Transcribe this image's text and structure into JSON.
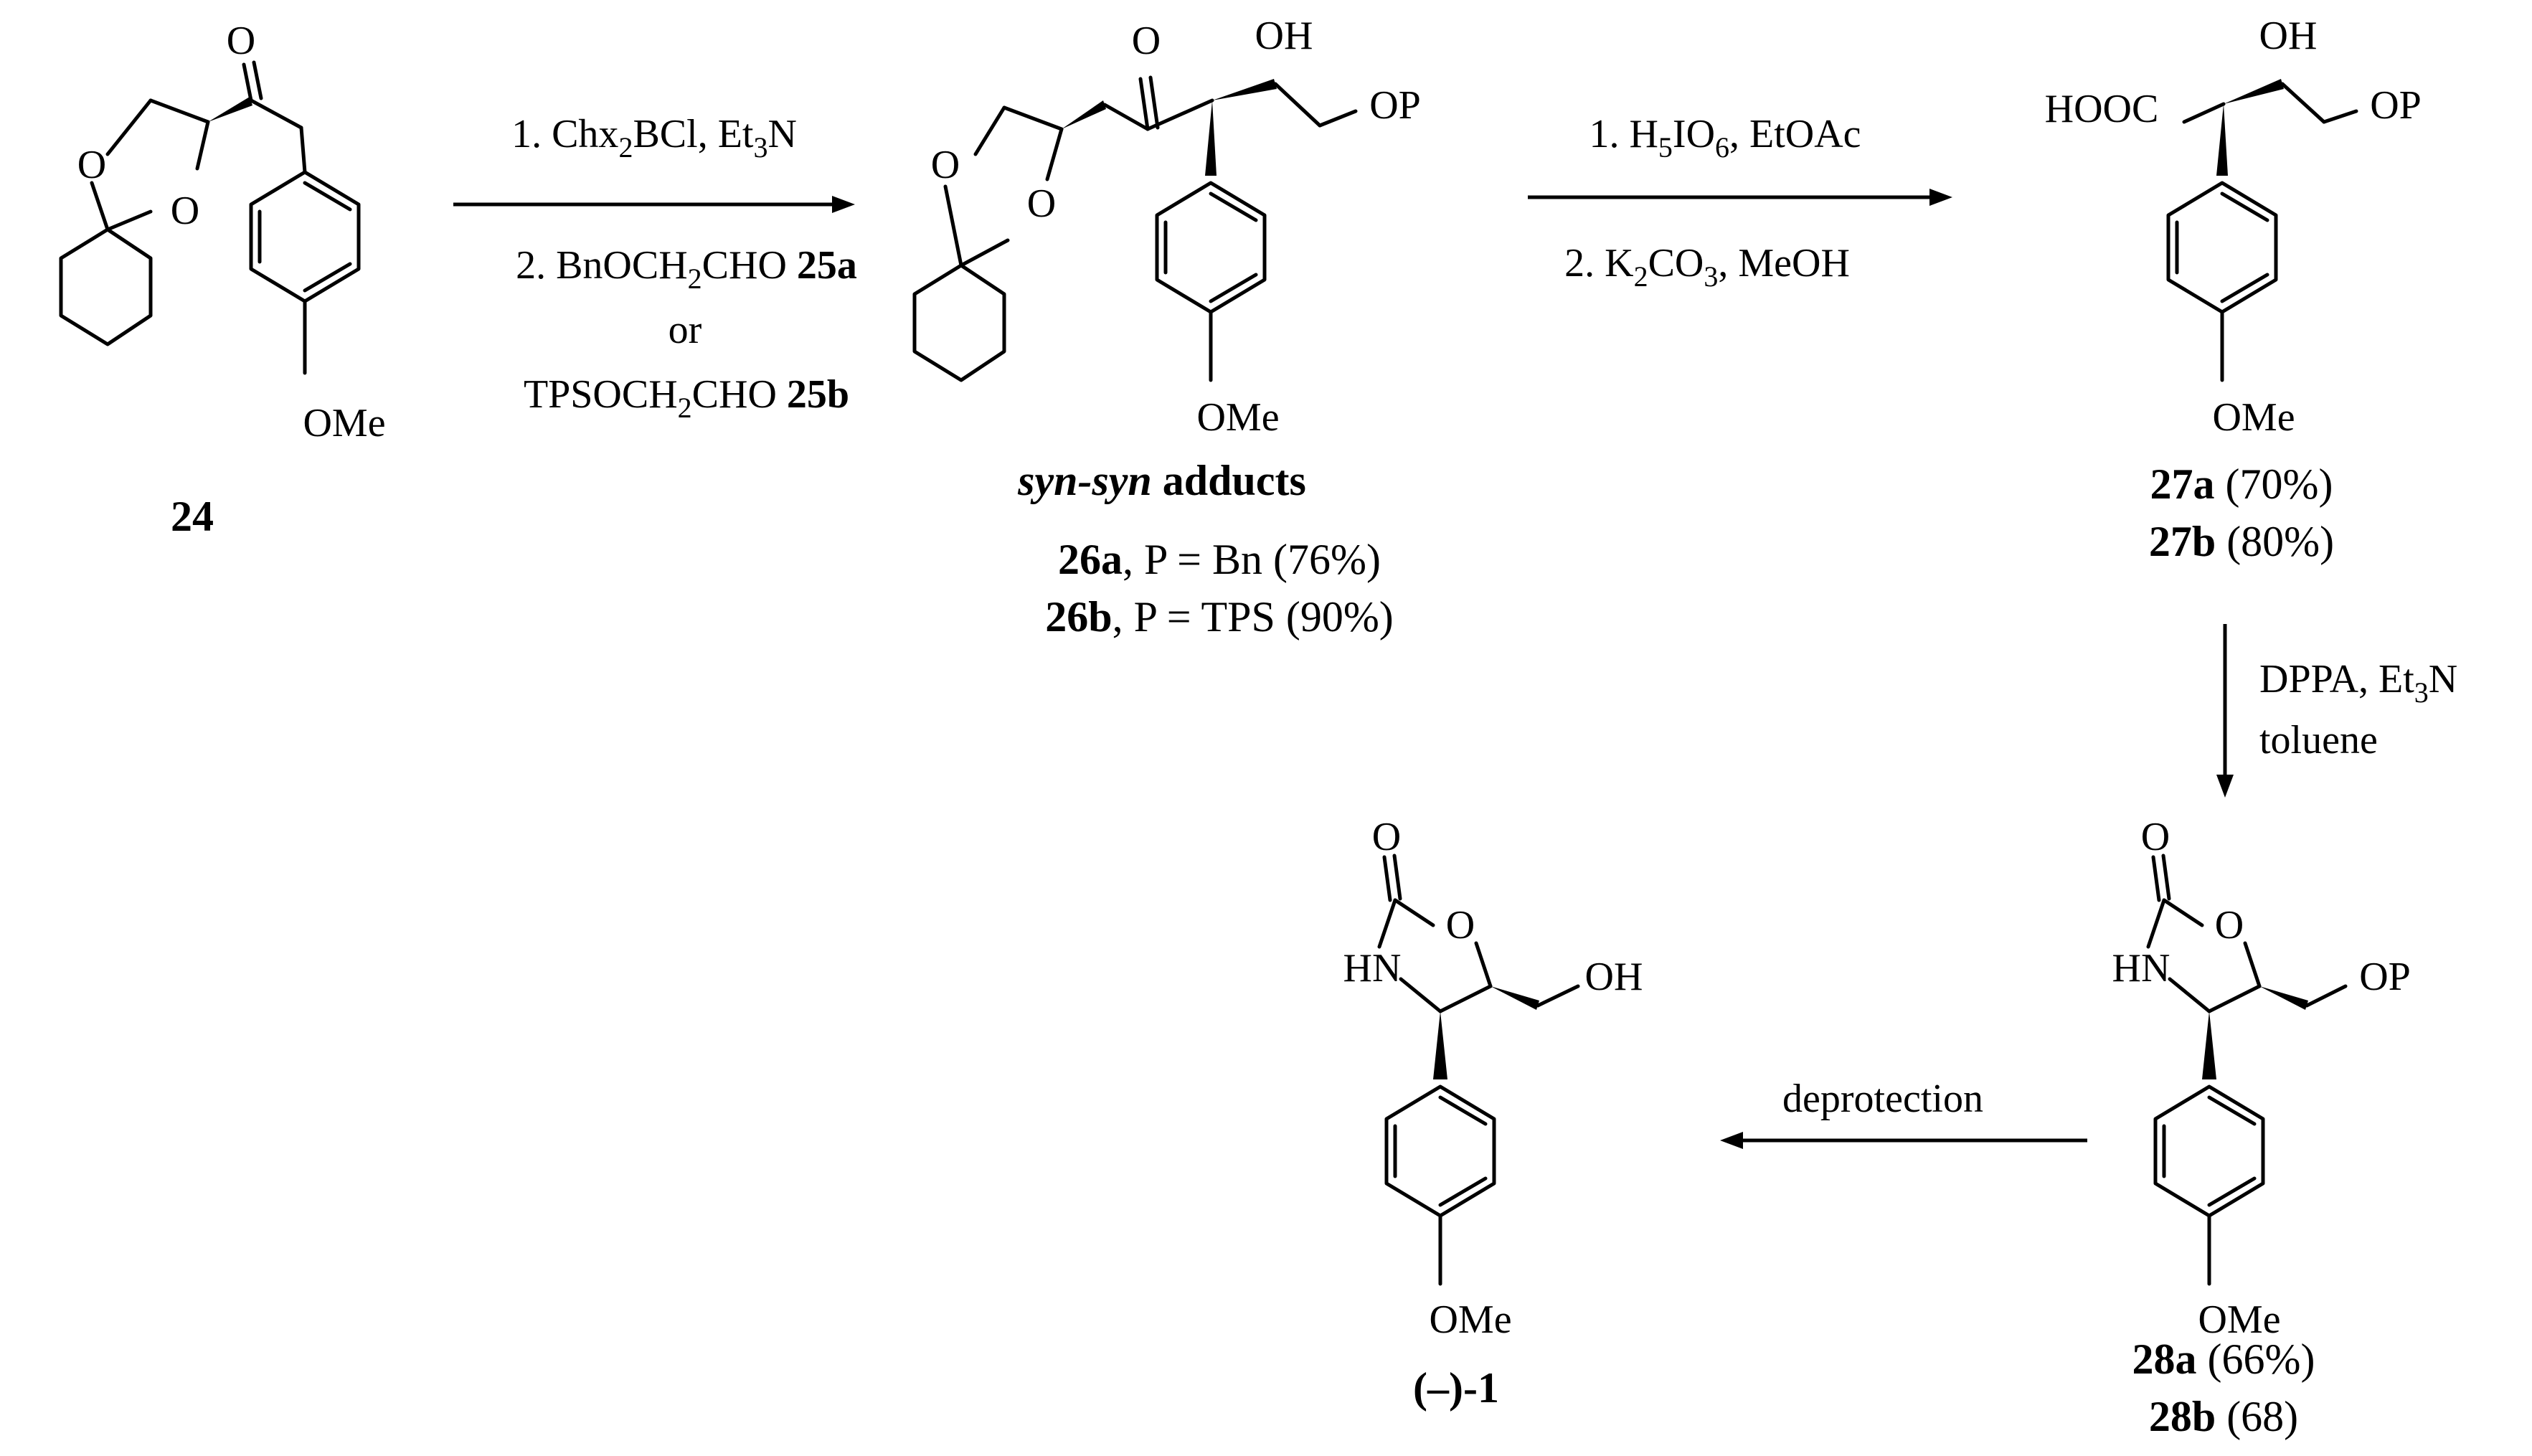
{
  "atoms": {
    "ketone_O": "O",
    "ring_O": "O",
    "OMe": "OMe",
    "OH": "OH",
    "OP": "OP",
    "HOOC": "HOOC",
    "HN": "HN"
  },
  "compound_24": {
    "label": "24"
  },
  "step1": {
    "line1_text": "1. Chx",
    "line1_sub1": "2",
    "line1_mid": "BCl, Et",
    "line1_sub2": "3",
    "line1_end": "N",
    "line2_text": "2. BnOCH",
    "line2_sub": "2",
    "line2_end": "CHO ",
    "line2_bold": "25a",
    "or": "or",
    "line4_text": "TPSOCH",
    "line4_sub": "2",
    "line4_end": "CHO ",
    "line4_bold": "25b"
  },
  "compound_26": {
    "caption_italic": "syn-syn",
    "caption_bold": " adducts",
    "a_bold": "26a",
    "a_text": ", P = Bn (76%)",
    "b_bold": "26b",
    "b_text": ", P = TPS (90%)"
  },
  "step2": {
    "line1_text": "1. H",
    "line1_sub1": "5",
    "line1_mid": "IO",
    "line1_sub2": "6",
    "line1_end": ", EtOAc",
    "line2_text": "2. K",
    "line2_sub1": "2",
    "line2_mid": "CO",
    "line2_sub2": "3",
    "line2_end": ", MeOH"
  },
  "compound_27": {
    "a_bold": "27a",
    "a_text": " (70%)",
    "b_bold": "27b",
    "b_text": " (80%)"
  },
  "step3": {
    "line1_text": "DPPA, Et",
    "line1_sub": "3",
    "line1_end": "N",
    "line2_text": "toluene"
  },
  "compound_28": {
    "a_bold": "28a",
    "a_text": " (66%)",
    "b_bold": "28b",
    "b_text": " (68)"
  },
  "step4": {
    "text": "deprotection"
  },
  "compound_1": {
    "label": "(–)-1"
  }
}
